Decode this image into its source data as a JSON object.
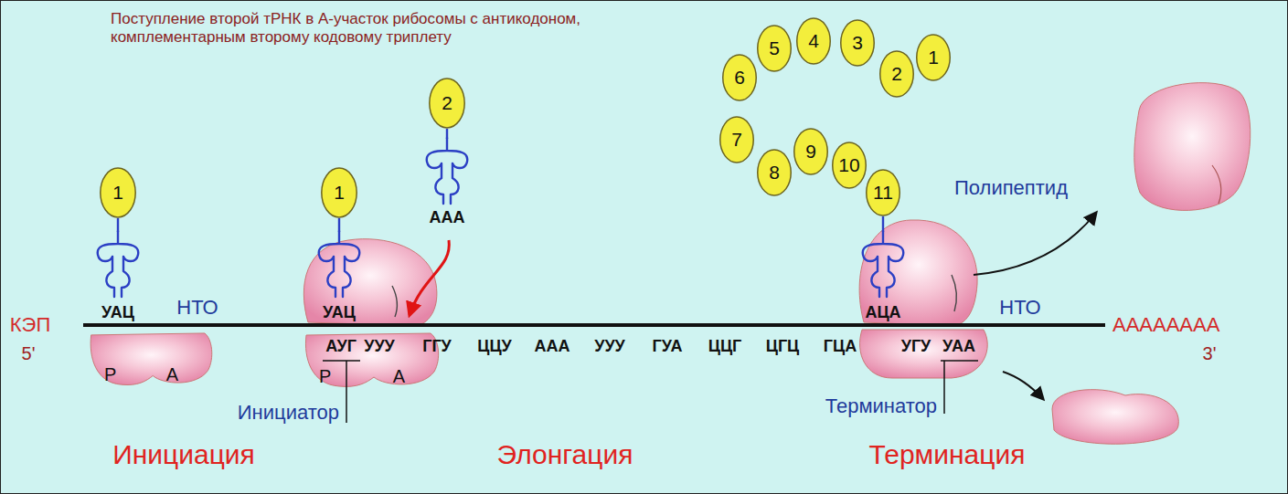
{
  "diagram": {
    "nodes": [
      {
        "text": [
          "Р",
          "А"
        ]
      },
      {
        "text": [
          "1"
        ]
      },
      {
        "text": [
          "УАЦ"
        ]
      },
      {
        "text": [
          "Р",
          "А"
        ]
      },
      {
        "text": [
          "1"
        ]
      },
      {
        "text": [
          "УАЦ"
        ]
      },
      {
        "text": [
          "2"
        ]
      },
      {
        "text": [
          "ААА"
        ]
      },
      {
        "text": [
          "АЦА"
        ]
      },
      {
        "text": [
          "1"
        ]
      },
      {
        "text": [
          "2"
        ]
      },
      {
        "text": [
          "3"
        ]
      },
      {
        "text": [
          "4"
        ]
      },
      {
        "text": [
          "5"
        ]
      },
      {
        "text": [
          "6"
        ]
      },
      {
        "text": [
          "7"
        ]
      },
      {
        "text": [
          "8"
        ]
      },
      {
        "text": [
          "9"
        ]
      },
      {
        "text": [
          "10"
        ]
      },
      {
        "text": [
          "11"
        ]
      }
    ],
    "labels": [
      "Поступление второй тРНК в А-участок рибосомы с антикодоном, комплементарным второму кодовому триплету",
      "КЭП",
      "5'",
      "НТО",
      "АУГ",
      "УУУ",
      "ГГУ",
      "ЦЦУ",
      "ААА",
      "УУУ",
      "ГУА",
      "ЦЦГ",
      "ЦГЦ",
      "ГЦА",
      "УГУ",
      "УАА",
      "Инициатор",
      "Терминатор",
      "Полипептид",
      "НТО",
      "АААААААА",
      "3'",
      "Инициация",
      "Элонгация",
      "Терминация"
    ]
  }
}
